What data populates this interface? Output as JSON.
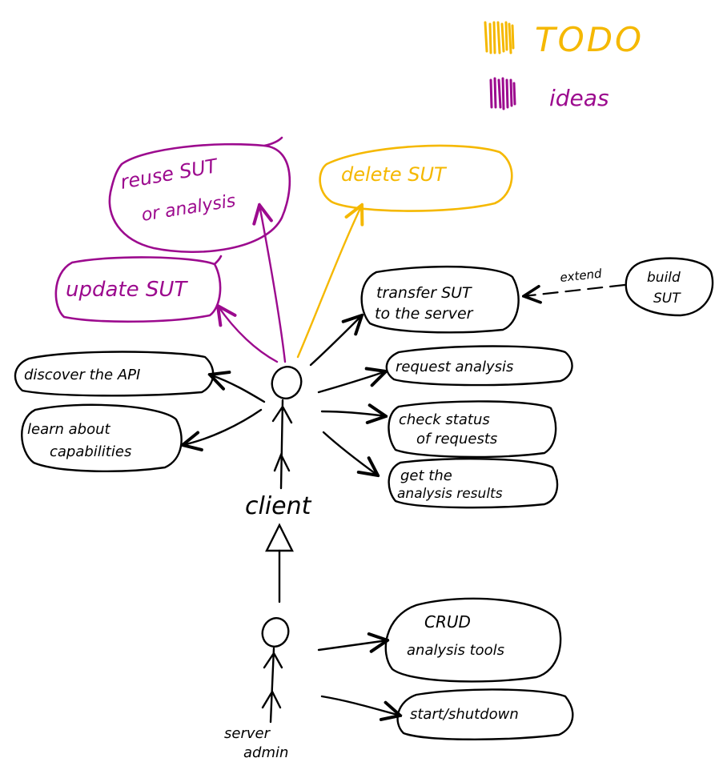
{
  "colors": {
    "ink": "#000000",
    "todo": "#f5b800",
    "idea": "#9c0a8e",
    "background": "#ffffff"
  },
  "legend": {
    "todo_label": "TODO",
    "idea_label": "ideas"
  },
  "actors": {
    "client": "client",
    "admin_line1": "server",
    "admin_line2": "admin"
  },
  "use_cases": {
    "reuse_line1": "reuse SUT",
    "reuse_line2": "or analysis",
    "delete": "delete SUT",
    "update": "update SUT",
    "transfer_line1": "transfer SUT",
    "transfer_line2": "to the server",
    "build_line1": "build",
    "build_line2": "SUT",
    "discover": "discover the API",
    "request": "request analysis",
    "learn_line1": "learn about",
    "learn_line2": "capabilities",
    "check_line1": "check status",
    "check_line2": "of requests",
    "get_line1": "get the",
    "get_line2": "analysis results",
    "crud_line1": "CRUD",
    "crud_line2": "analysis tools",
    "start": "start/shutdown"
  },
  "relations": {
    "extend_label": "extend"
  }
}
